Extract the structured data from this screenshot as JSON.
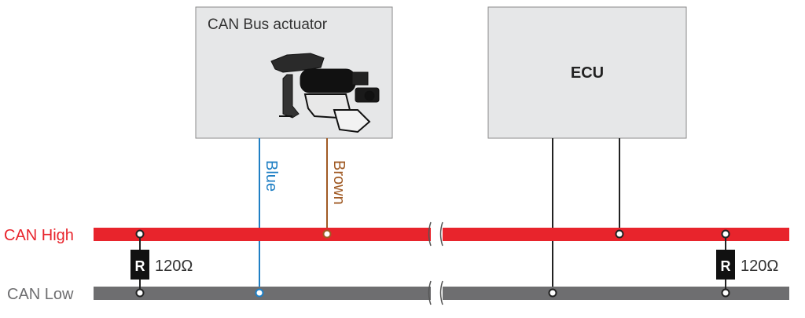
{
  "actuator": {
    "title": "CAN Bus actuator"
  },
  "ecu": {
    "title": "ECU"
  },
  "bus": {
    "high_label": "CAN High",
    "low_label": "CAN Low",
    "high_color": "#e8242c",
    "low_color": "#6e6e70"
  },
  "wires": {
    "blue_label": "Blue",
    "brown_label": "Brown",
    "blue_color": "#1f7fc4",
    "brown_color": "#a05a24"
  },
  "resistors": {
    "symbol": "R",
    "left_value": "120Ω",
    "right_value": "120Ω"
  },
  "icons": {
    "actuator_image": "actuator-device-icon"
  }
}
